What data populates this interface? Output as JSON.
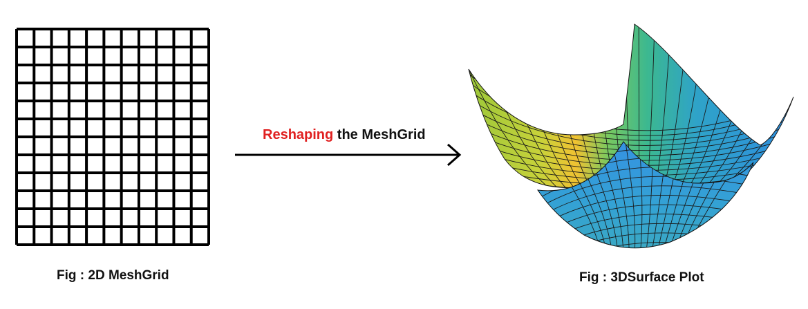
{
  "left_figure": {
    "caption": "Fig : 2D MeshGrid",
    "grid_rows": 12,
    "grid_cols": 11
  },
  "arrow": {
    "label_highlight": "Reshaping",
    "label_rest": " the MeshGrid",
    "highlight_color": "#e02020"
  },
  "right_figure": {
    "caption": "Fig : 3DSurface Plot",
    "surface": "paraboloid",
    "colors": [
      "#2e8ee0",
      "#35a0d8",
      "#4cb8a8",
      "#78c860",
      "#d8d030",
      "#f0c030"
    ]
  }
}
